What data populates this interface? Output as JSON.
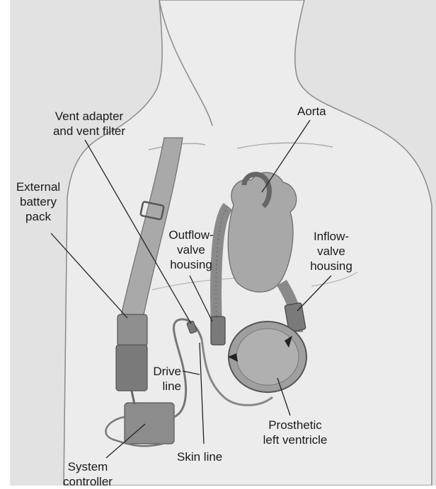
{
  "labels": {
    "vent_adapter": [
      "Vent adapter",
      "and vent filter"
    ],
    "aorta": [
      "Aorta"
    ],
    "external_battery": [
      "External",
      "battery",
      "pack"
    ],
    "outflow_valve": [
      "Outflow-",
      "valve",
      "housing"
    ],
    "inflow_valve": [
      "Inflow-",
      "valve",
      "housing"
    ],
    "drive_line": [
      "Drive",
      "line"
    ],
    "prosthetic_lv": [
      "Prosthetic",
      "left ventricle"
    ],
    "skin_line": [
      "Skin line"
    ],
    "system_controller": [
      "System",
      "controller"
    ]
  },
  "colors": {
    "background": "#ffffff",
    "illustration_bg": "#e2e2e2",
    "body": "#ececec",
    "outline": "#8a8a8a",
    "device": "#9a9a9a",
    "device_dark": "#6e6e6e",
    "heart": "#a8a8a8",
    "leader": "#222222",
    "text": "#1a1a1a"
  }
}
